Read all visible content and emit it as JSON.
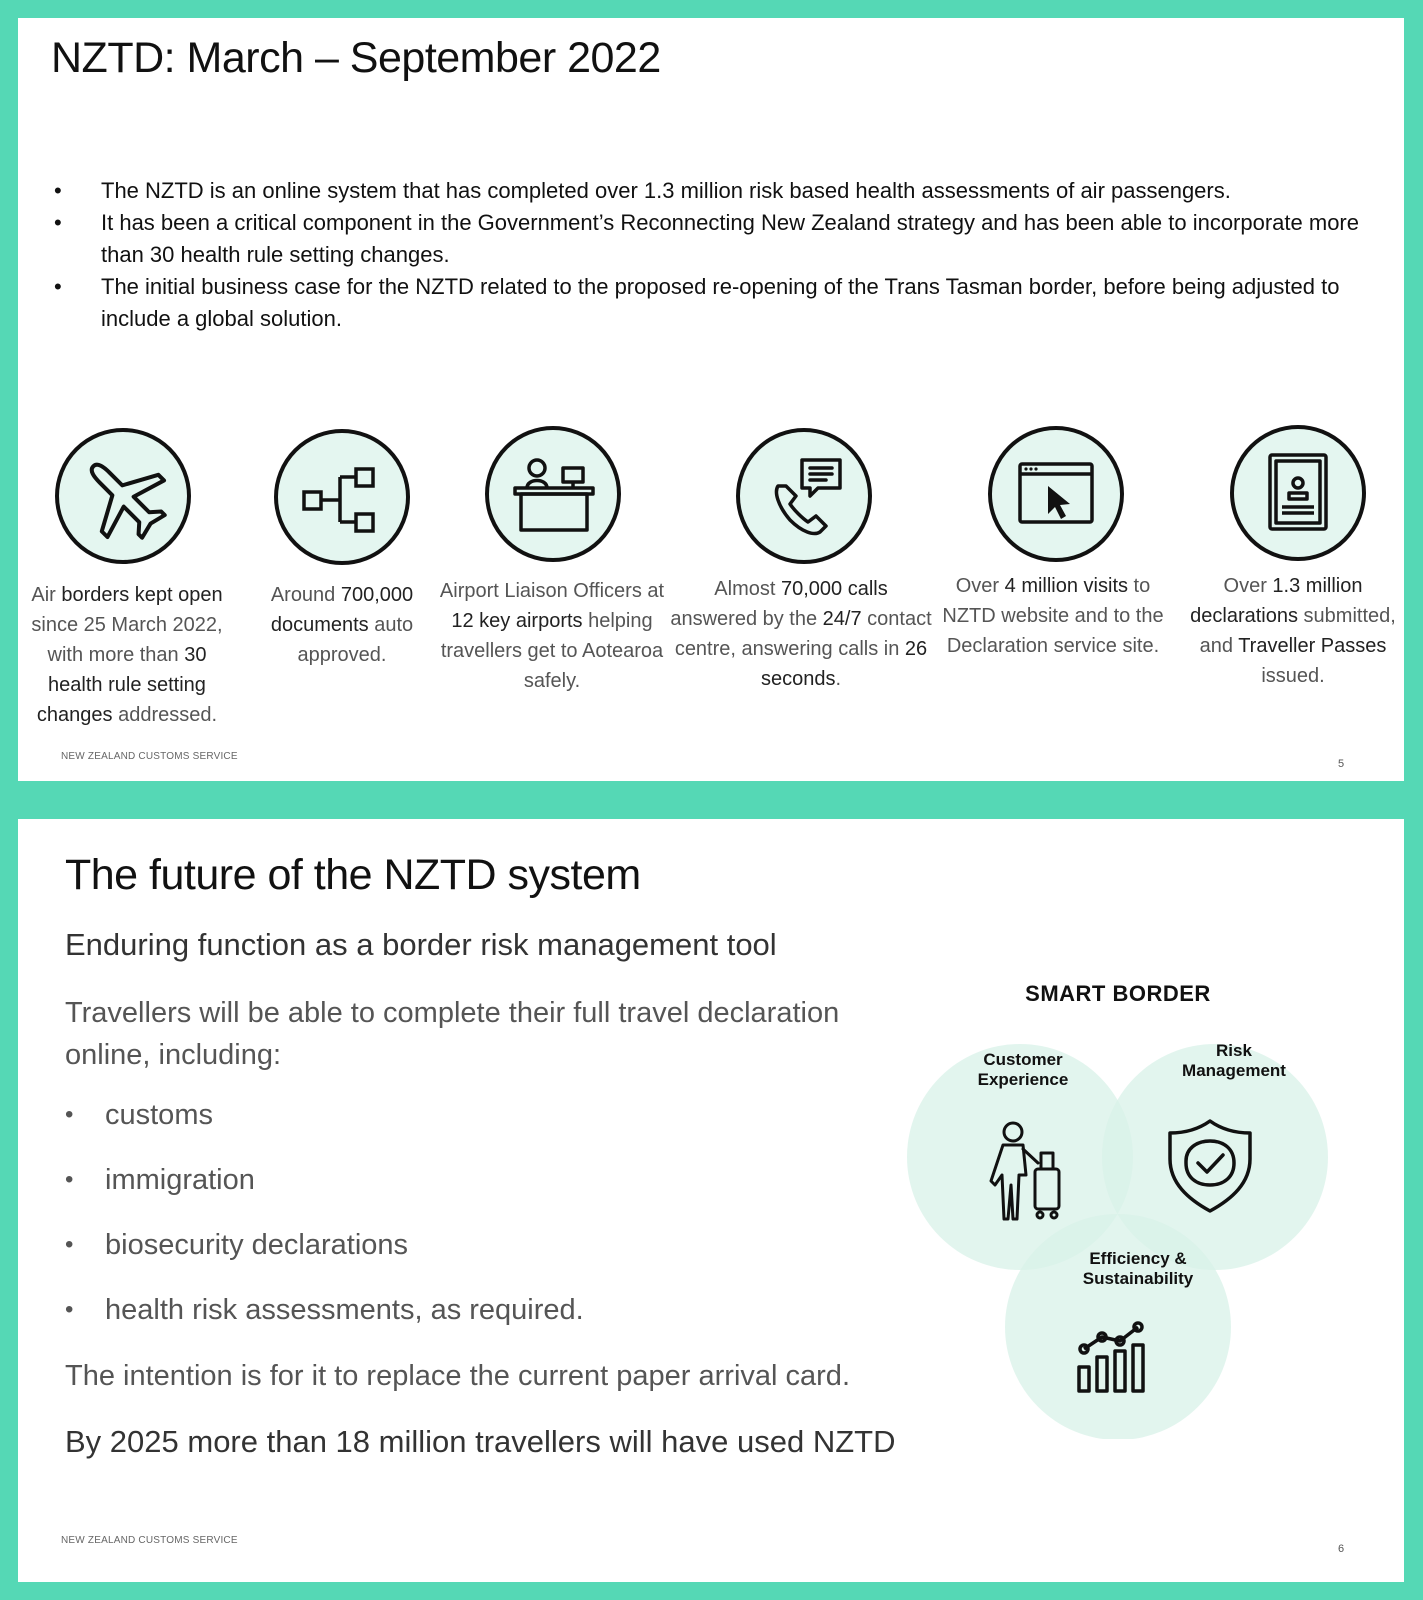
{
  "slide1": {
    "title": "NZTD: March – September 2022",
    "bullets": [
      "The NZTD is an online system that has completed over 1.3 million risk based health assessments of air passengers.",
      "It has been a critical component in the Government’s Reconnecting New Zealand strategy and has been able to incorporate more than 30 health rule setting changes.",
      "The initial business case for the NZTD related to the proposed re-opening of the Trans Tasman border, before being adjusted to include a global solution."
    ],
    "stats": [
      {
        "icon": "airplane-icon",
        "segments": [
          [
            "Air ",
            false
          ],
          [
            "borders kept open",
            true
          ],
          [
            " since 25 March 2022, with more than ",
            false
          ],
          [
            "30 health rule setting changes",
            true
          ],
          [
            " addressed.",
            false
          ]
        ]
      },
      {
        "icon": "flowchart-icon",
        "segments": [
          [
            "Around ",
            false
          ],
          [
            "700,000 documents",
            true
          ],
          [
            " auto approved.",
            false
          ]
        ]
      },
      {
        "icon": "airport-desk-icon",
        "segments": [
          [
            "Airport Liaison Officers at ",
            false
          ],
          [
            "12 key airports",
            true
          ],
          [
            " helping travellers get to Aotearoa safely.",
            false
          ]
        ]
      },
      {
        "icon": "phone-chat-icon",
        "segments": [
          [
            "Almost ",
            false
          ],
          [
            "70,000 calls",
            true
          ],
          [
            " answered by the ",
            false
          ],
          [
            "24/7",
            true
          ],
          [
            " contact centre, answering calls in ",
            false
          ],
          [
            "26 seconds",
            true
          ],
          [
            ".",
            false
          ]
        ]
      },
      {
        "icon": "browser-cursor-icon",
        "segments": [
          [
            "Over ",
            false
          ],
          [
            "4 million visits",
            true
          ],
          [
            " to NZTD website and to the Declaration service site.",
            false
          ]
        ]
      },
      {
        "icon": "passport-icon",
        "segments": [
          [
            "Over ",
            false
          ],
          [
            "1.3 million declarations",
            true
          ],
          [
            " submitted, and ",
            false
          ],
          [
            "Traveller Passes",
            true
          ],
          [
            " issued.",
            false
          ]
        ]
      }
    ],
    "footer": "NEW ZEALAND CUSTOMS SERVICE",
    "page_number": "5"
  },
  "slide2": {
    "title": "The future of the NZTD system",
    "subheading": "Enduring function as a border risk management tool",
    "intro": "Travellers will be able to complete their full travel declaration online, including:",
    "bullets": [
      "customs",
      "immigration",
      "biosecurity declarations",
      "health risk assessments, as required."
    ],
    "intention": "The intention is for it to replace the current paper arrival card.",
    "closing": "By 2025 more than 18 million travellers will have used NZTD",
    "diagram": {
      "title": "SMART BORDER",
      "circles": [
        {
          "label_line1": "Customer",
          "label_line2": "Experience",
          "icon": "traveller-luggage-icon"
        },
        {
          "label_line1": "Risk",
          "label_line2": "Management",
          "icon": "shield-check-icon"
        },
        {
          "label_line1": "Efficiency &",
          "label_line2": "Sustainability",
          "icon": "growth-chart-icon"
        }
      ],
      "circle_color": "#d8f1e8"
    },
    "footer": "NEW ZEALAND CUSTOMS SERVICE",
    "page_number": "6"
  }
}
